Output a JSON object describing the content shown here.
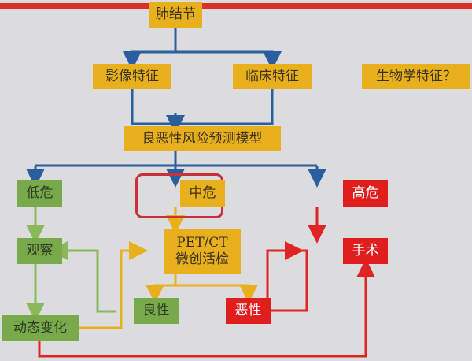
{
  "nodes": {
    "root": "肺结节",
    "imaging": "影像特征",
    "clinical": "临床特征",
    "biological": "生物学特征？",
    "model": "良恶性风险预测模型",
    "low": "低危",
    "mid": "中危",
    "high": "高危",
    "observe": "观察",
    "pet_line1": "PET/CT",
    "pet_line2": "微创活检",
    "surgery": "手术",
    "benign": "良性",
    "malignant": "恶性",
    "dynamic": "动态变化"
  },
  "colors": {
    "blue": "#2a5f9e",
    "green": "#8ab85a",
    "orange": "#e8b01c",
    "red": "#e02424"
  }
}
